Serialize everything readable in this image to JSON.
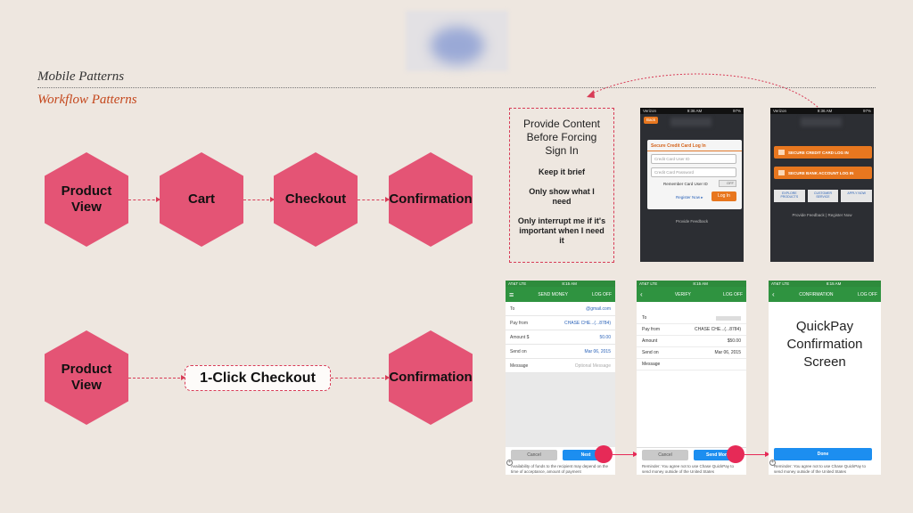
{
  "header": {
    "title": "Mobile Patterns",
    "subtitle": "Workflow Patterns"
  },
  "flow1": [
    "Product View",
    "Cart",
    "Checkout",
    "Confirmation"
  ],
  "flow2": {
    "start": "Product View",
    "middle": "1-Click Checkout",
    "end": "Confirmation"
  },
  "notes": {
    "heading": "Provide Content Before Forcing Sign In",
    "points": [
      "Keep it brief",
      "Only show what I need",
      "Only interrupt me if it's important when I need it"
    ]
  },
  "login_screen": {
    "carrier": "Verizon",
    "time": "9:36 AM",
    "battery": "97%",
    "back": "Back",
    "card_title": "Secure Credit Card Log In",
    "user_placeholder": "Credit Card User ID",
    "pass_placeholder": "Credit Card Password",
    "remember": "Remember Card User ID",
    "toggle": "OFF",
    "register": "Register Now ▸",
    "login": "Log In",
    "footer": "Provide Feedback"
  },
  "menu_screen": {
    "carrier": "Verizon",
    "time": "9:36 AM",
    "battery": "97%",
    "btn1": "SECURE CREDIT CARD LOG IN",
    "btn2": "SECURE BANK ACCOUNT LOG IN",
    "tabs": [
      "EXPLORE PRODUCTS",
      "CUSTOMER SERVICE",
      "APPLY NOW"
    ],
    "footer": "Provide Feedback | Register Now"
  },
  "send_screen": {
    "carrier": "AT&T  LTE",
    "time": "8:15 AM",
    "nav_title": "SEND MONEY",
    "nav_right": "LOG OFF",
    "rows": [
      {
        "label": "To",
        "value": "@gmail.com"
      },
      {
        "label": "Pay from",
        "value": "CHASE CHE...(...8784)"
      },
      {
        "label": "Amount $",
        "value": "50.00"
      },
      {
        "label": "Send on",
        "value": "Mar 06, 2015"
      },
      {
        "label": "Message",
        "value": "Optional Message"
      }
    ],
    "cancel": "Cancel",
    "next": "Next",
    "footer": "Availability of funds to the recipient may depend on the time of acceptance, amount of payment"
  },
  "verify_screen": {
    "carrier": "AT&T  LTE",
    "time": "8:15 AM",
    "nav_title": "VERIFY",
    "nav_right": "LOG OFF",
    "rows": [
      {
        "label": "To",
        "value": ""
      },
      {
        "label": "Pay from",
        "value": "CHASE CHE...(...8784)"
      },
      {
        "label": "Amount",
        "value": "$50.00"
      },
      {
        "label": "Send on",
        "value": "Mar 06, 2015"
      },
      {
        "label": "Message",
        "value": ""
      }
    ],
    "cancel": "Cancel",
    "send": "Send Mon",
    "footer": "Reminder: You agree not to use Chase QuickPay to send money outside of the United States"
  },
  "confirm_screen": {
    "carrier": "AT&T  LTE",
    "time": "8:15 AM",
    "nav_title": "CONFIRMATION",
    "nav_right": "LOG OFF",
    "body": "QuickPay Confirmation Screen",
    "done": "Done",
    "footer": "Reminder: You agree not to use Chase QuickPay to send money outside of the United States"
  },
  "colors": {
    "hex": "#e45475",
    "accent": "#d83c57",
    "subtitle": "#c4471c",
    "green_nav": "#2f9340",
    "blue_btn": "#1c8ef0",
    "orange": "#e8771f"
  }
}
